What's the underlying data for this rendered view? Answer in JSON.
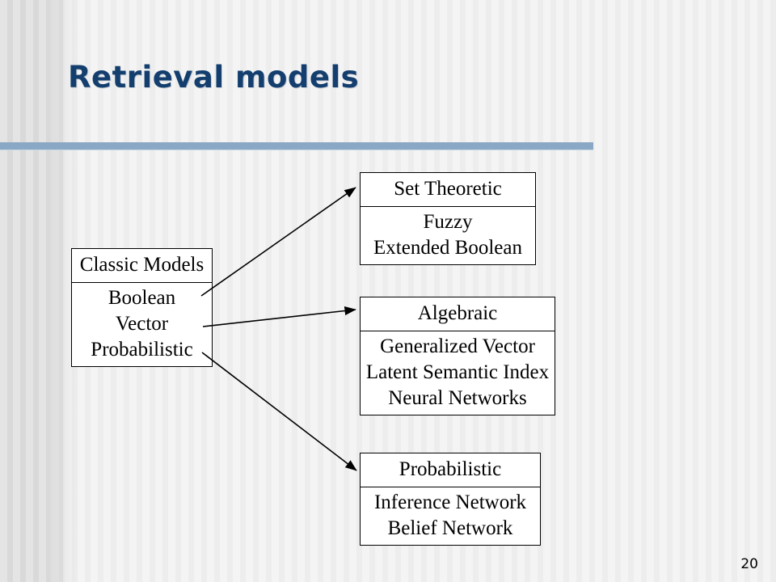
{
  "slide": {
    "title": "Retrieval models",
    "page_number": "20",
    "accent_color": "#133e6e",
    "rule_color": "#8aa8c6",
    "background_color": "#f4f4f4"
  },
  "diagram": {
    "boxes": [
      {
        "id": "classic",
        "header": "Classic Models",
        "items": [
          "Boolean",
          "Vector",
          "Probabilistic"
        ]
      },
      {
        "id": "set-theoretic",
        "header": "Set Theoretic",
        "items": [
          "Fuzzy",
          "Extended Boolean"
        ]
      },
      {
        "id": "algebraic",
        "header": "Algebraic",
        "items": [
          "Generalized Vector",
          "Latent Semantic Index",
          "Neural Networks"
        ]
      },
      {
        "id": "probabilistic",
        "header": "Probabilistic",
        "items": [
          "Inference Network",
          "Belief Network"
        ]
      }
    ],
    "arrows": [
      {
        "id": "classic-to-set-theoretic",
        "from": "classic",
        "to": "set-theoretic"
      },
      {
        "id": "classic-to-algebraic",
        "from": "classic",
        "to": "algebraic"
      },
      {
        "id": "classic-to-probabilistic",
        "from": "classic",
        "to": "probabilistic"
      }
    ]
  }
}
